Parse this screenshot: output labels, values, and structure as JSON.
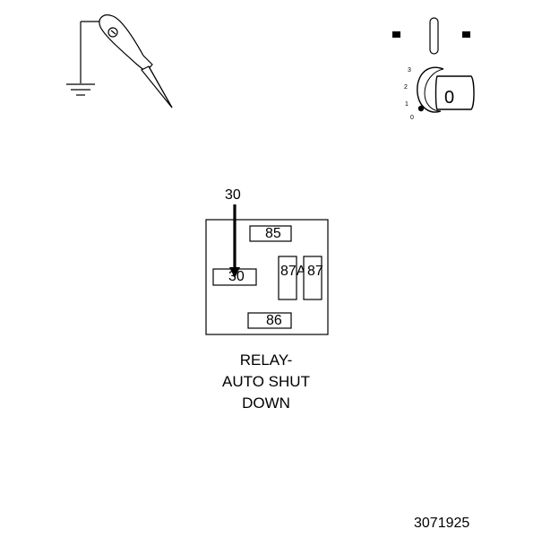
{
  "probe": {
    "icon": "test-probe-icon",
    "ground_icon": "ground-symbol-icon"
  },
  "ignition": {
    "icon": "ignition-key-switch-icon",
    "positions": [
      "3",
      "2",
      "1",
      "0"
    ],
    "key_label": "0"
  },
  "relay": {
    "probe_pin_label": "30",
    "pins": [
      "85",
      "30",
      "87A",
      "87",
      "86"
    ],
    "caption_lines": [
      "RELAY-",
      "AUTO SHUT",
      "DOWN"
    ]
  },
  "document_number": "3071925"
}
